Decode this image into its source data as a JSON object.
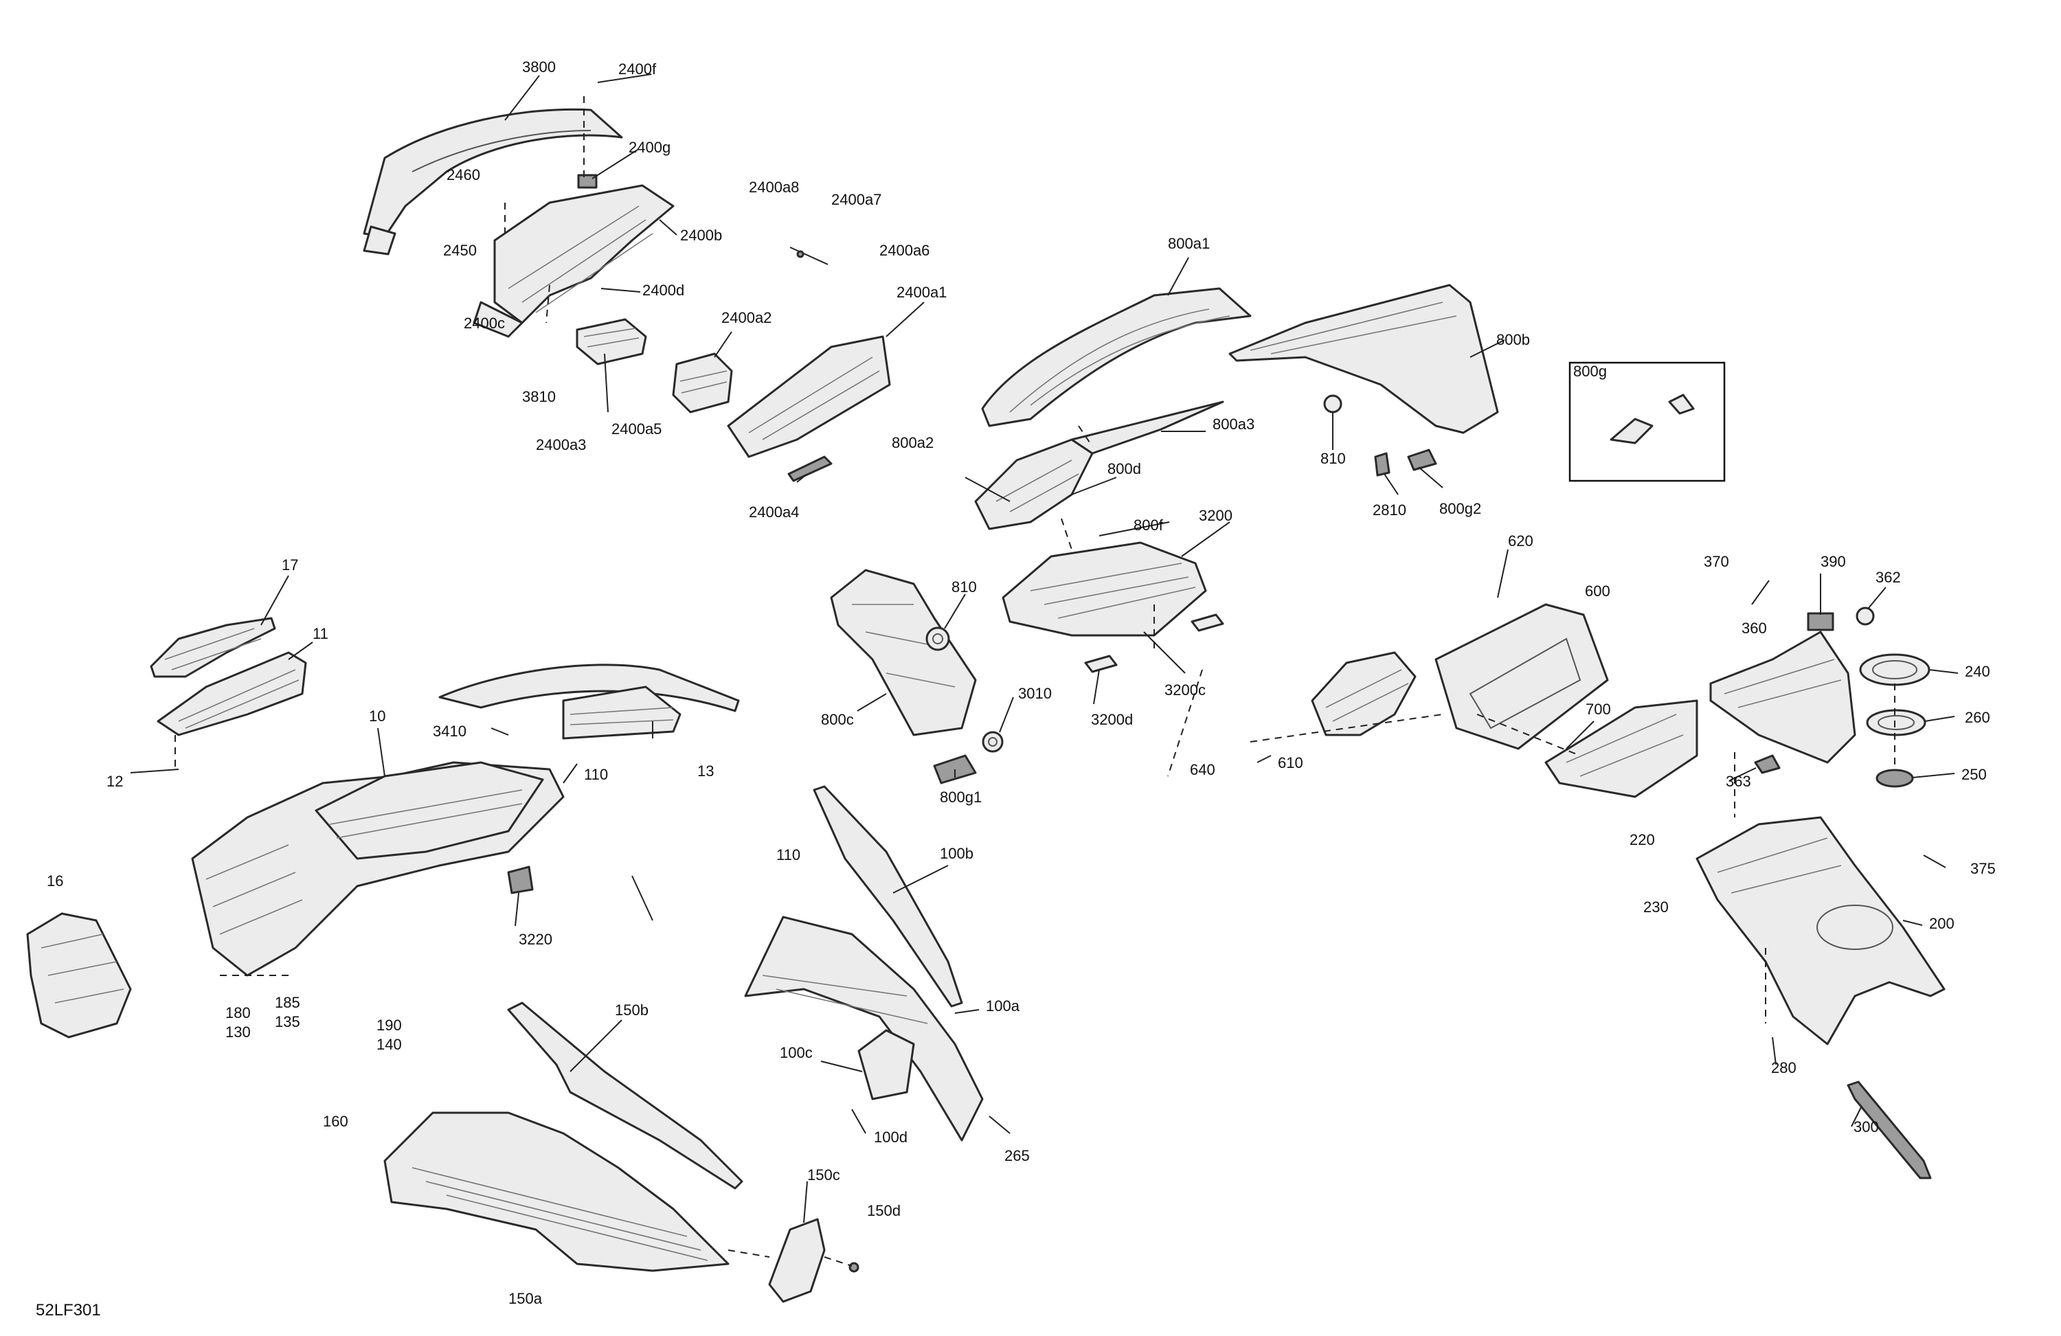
{
  "figure_id": "52LF301",
  "callouts": {
    "c3800": "3800",
    "c2400f": "2400f",
    "c2400g": "2400g",
    "c2460": "2460",
    "c2450": "2450",
    "c2400b": "2400b",
    "c2400d": "2400d",
    "c2400c": "2400c",
    "c3810": "3810",
    "c2400a3": "2400a3",
    "c2400a5": "2400a5",
    "c2400a2": "2400a2",
    "c2400a1": "2400a1",
    "c2400a4": "2400a4",
    "c2400a8": "2400a8",
    "c2400a7": "2400a7",
    "c2400a6": "2400a6",
    "c800a1": "800a1",
    "c800b": "800b",
    "c800g": "800g",
    "c800a2": "800a2",
    "c800a3": "800a3",
    "c800d": "800d",
    "c800f": "800f",
    "c810a": "810",
    "c810b": "810",
    "c2810": "2810",
    "c800g2": "800g2",
    "c3200": "3200",
    "c800c": "800c",
    "c3010": "3010",
    "c3200c": "3200c",
    "c3200d": "3200d",
    "c800g1": "800g1",
    "c17": "17",
    "c11": "11",
    "c12": "12",
    "c10": "10",
    "c3410": "3410",
    "c110a": "110",
    "c13": "13",
    "c16": "16",
    "c3220": "3220",
    "c180": "180",
    "c130": "130",
    "c185": "185",
    "c135": "135",
    "c190": "190",
    "c140": "140",
    "c160": "160",
    "c150b": "150b",
    "c150a": "150a",
    "c150c": "150c",
    "c150d": "150d",
    "c110b": "110",
    "c100b": "100b",
    "c100a": "100a",
    "c100c": "100c",
    "c100d": "100d",
    "c265": "265",
    "c620": "620",
    "c600": "600",
    "c700": "700",
    "c640": "640",
    "c610": "610",
    "c370": "370",
    "c390": "390",
    "c362": "362",
    "c360": "360",
    "c240": "240",
    "c260": "260",
    "c250": "250",
    "c363": "363",
    "c220": "220",
    "c375": "375",
    "c230": "230",
    "c200": "200",
    "c280": "280",
    "c300": "300"
  }
}
